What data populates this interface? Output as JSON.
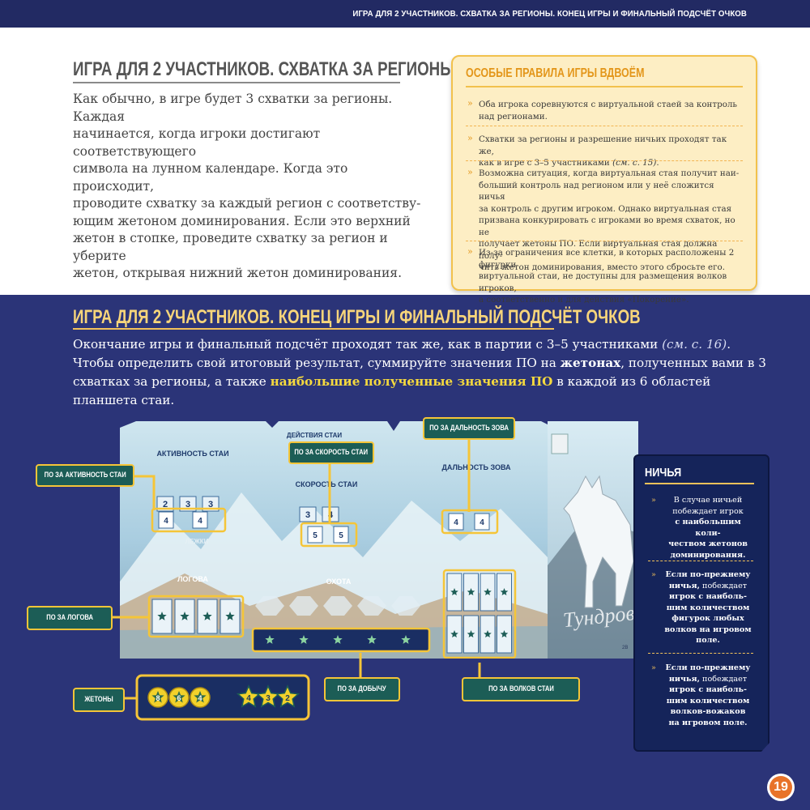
{
  "header": {
    "running_title": "ИГРА ДЛЯ 2 УЧАСТНИКОВ. СХВАТКА ЗА РЕГИОНЫ. КОНЕЦ ИГРЫ И ФИНАЛЬНЫЙ ПОДСЧЁТ ОЧКОВ"
  },
  "section1": {
    "title": "ИГРА ДЛЯ 2 УЧАСТНИКОВ. СХВАТКА ЗА РЕГИОНЫ",
    "lines": [
      "Как обычно, в игре будет 3 схватки за регионы. Каждая",
      "начинается, когда игроки достигают соответствующего",
      "символа на лунном календаре. Когда это происходит,",
      "проводите схватку за каждый регион с соответству-",
      "ющим жетоном доминирования. Если это верхний",
      "жетон в стопке, проведите схватку за регион и уберите",
      "жетон, открывая нижний жетон доминирования."
    ]
  },
  "special_rules": {
    "title": "ОСОБЫЕ ПРАВИЛА ИГРЫ ВДВОЁМ",
    "items": [
      {
        "lines": [
          "Оба игрока соревнуются с виртуальной стаей за контроль",
          "над регионами."
        ]
      },
      {
        "lines": [
          "Схватки за регионы и разрешение ничьих проходят так же,",
          "как в игре с 3–5 участниками"
        ],
        "ref": "(см. с. 15)",
        "tail": "."
      },
      {
        "lines": [
          "Возможна ситуация, когда виртуальная стая получит наи-",
          "больший контроль над регионом или у неё сложится ничья",
          "за контроль с другим игроком. Однако виртуальная стая",
          "призвана конкурировать с игроками во время схваток, но не",
          "получает жетоны ПО. Если виртуальная стая должна полу-",
          "чить жетон доминирования, вместо этого сбросьте его."
        ]
      },
      {
        "lines": [
          "Из-за ограничения все клетки, в которых расположены 2 фигурки",
          "виртуальной стаи, не доступны для размещения волков игроков,",
          "а соответственно и для действия «Покорение»."
        ]
      }
    ]
  },
  "section2": {
    "title": "ИГРА ДЛЯ 2 УЧАСТНИКОВ. КОНЕЦ ИГРЫ И ФИНАЛЬНЫЙ ПОДСЧЁТ ОЧКОВ",
    "line1": "Окончание игры и финальный подсчёт проходят так же, как в партии с 3–5 участниками",
    "line1_ref": "(см. с. 16)",
    "line1_end": ".",
    "line2_a": "Чтобы определить свой итоговый результат, суммируйте значения ПО на",
    "line2_bold": "жетонах",
    "line2_b": ", полученных вами в 3",
    "line3_a": "схватках за регионы, а также",
    "line3_hl": "наибольшие полученные значения ПО",
    "line3_b": "в каждой из 6 областей планшета стаи."
  },
  "board": {
    "sections": {
      "pack_activity": "АКТИВНОСТЬ СТАИ",
      "speed": "СКОРОСТЬ СТАИ",
      "howl_range": "ДАЛЬНОСТЬ ЗОВА",
      "dens": "ЛОГОВА",
      "hunt": "ОХОТА",
      "lair": "ЛЕЖКИ",
      "pack_actions": "ДЕЙСТВИЯ СТАИ"
    },
    "activity_values": [
      "2",
      "3",
      "3"
    ],
    "activity_scores": [
      "4",
      "4"
    ],
    "speed_values": [
      "3",
      "4"
    ],
    "speed_scores": [
      "5",
      "5"
    ],
    "howl_scores": [
      "4",
      "4"
    ],
    "den_count": 4,
    "hunt_count": 5,
    "pack_wolves_count": 8,
    "logo_text": "Тундровые Волки",
    "page_mark": "2В"
  },
  "labels": {
    "activity": "ПО ЗА АКТИВНОСТЬ СТАИ",
    "speed": "ПО ЗА СКОРОСТЬ СТАИ",
    "howl": "ПО ЗА ДАЛЬНОСТЬ ЗОВА",
    "dens": "ПО ЗА ЛОГОВА",
    "prey": "ПО ЗА ДОБЫЧУ",
    "wolves": "ПО ЗА ВОЛКОВ СТАИ",
    "tokens": "ЖЕТОНЫ"
  },
  "tokens": {
    "round": [
      "8",
      "6",
      "4"
    ],
    "stars": [
      "4",
      "3",
      "2"
    ]
  },
  "tie": {
    "title": "НИЧЬЯ",
    "item1": [
      "В случае ничьей",
      "побеждает игрок",
      "с наибольшим коли-",
      "чеством жетонов",
      "доминирования."
    ],
    "item1_bold_from": 2,
    "item2_bold": [
      "Если по-прежнему",
      "ничья,"
    ],
    "item2": [
      "побеждает",
      "игрок с наиболь-",
      "шим количеством",
      "фигурок любых",
      "волков на игровом",
      "поле."
    ],
    "item3_bold": [
      "Если по-прежнему",
      "ничья,"
    ],
    "item3": [
      "побеждает",
      "игрок с наиболь-",
      "шим количеством",
      "волков-вожаков",
      "на игровом поле."
    ]
  },
  "page_number": "19",
  "colors": {
    "navy": "#2b3478",
    "gold": "#f5c538",
    "teal": "#1c5d56",
    "orange": "#e3961a"
  }
}
